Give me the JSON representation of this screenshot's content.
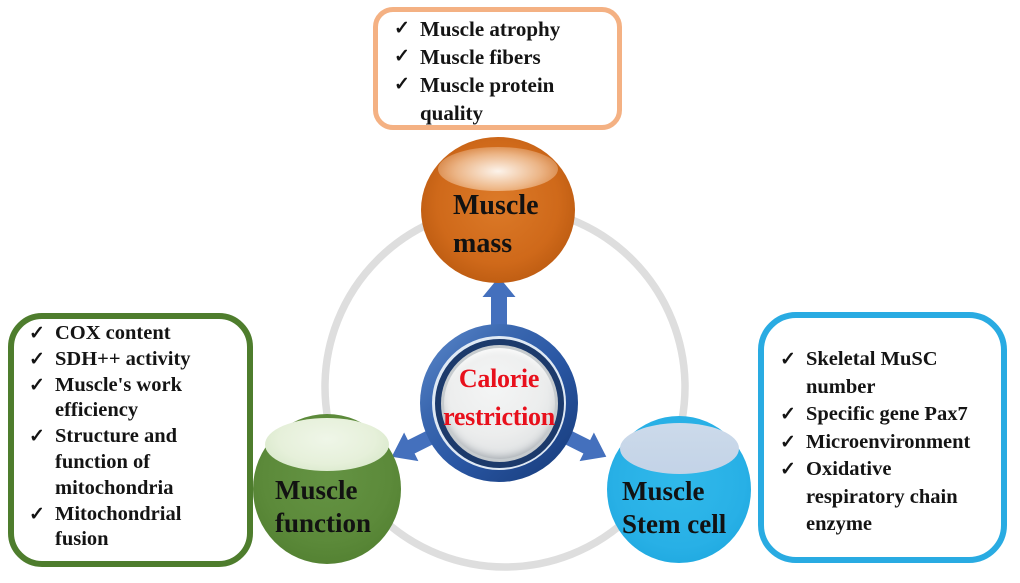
{
  "glyphs": {
    "check": "✓"
  },
  "center": {
    "lines": [
      "Calorie",
      "restriction"
    ],
    "text_color": "#e8101c",
    "ring_color": "#27549f"
  },
  "nodes": {
    "mass": {
      "lines": [
        "Muscle",
        "mass"
      ],
      "fill_color": "#cf691a"
    },
    "function": {
      "lines": [
        "Muscle",
        "function"
      ],
      "fill_color": "#5c8a3a"
    },
    "stem": {
      "lines": [
        "Muscle",
        "Stem cell"
      ],
      "fill_color": "#28b0e6"
    }
  },
  "boxes": {
    "mass": {
      "border_color": "#f4b183",
      "items": [
        "Muscle atrophy",
        "Muscle fibers",
        "Muscle protein quality"
      ]
    },
    "function": {
      "border_color": "#4e7d2d",
      "items": [
        "COX content",
        "SDH++ activity",
        "Muscle's work efficiency",
        "Structure and function of mitochondria",
        "Mitochondrial fusion"
      ]
    },
    "stem": {
      "border_color": "#29abe2",
      "items": [
        "Skeletal MuSC number",
        "Specific gene Pax7",
        "Microenvironment",
        "Oxidative respiratory chain enzyme"
      ]
    }
  },
  "connectors": {
    "ring_color": "#dedede",
    "arrow_color": "#4470bd"
  }
}
